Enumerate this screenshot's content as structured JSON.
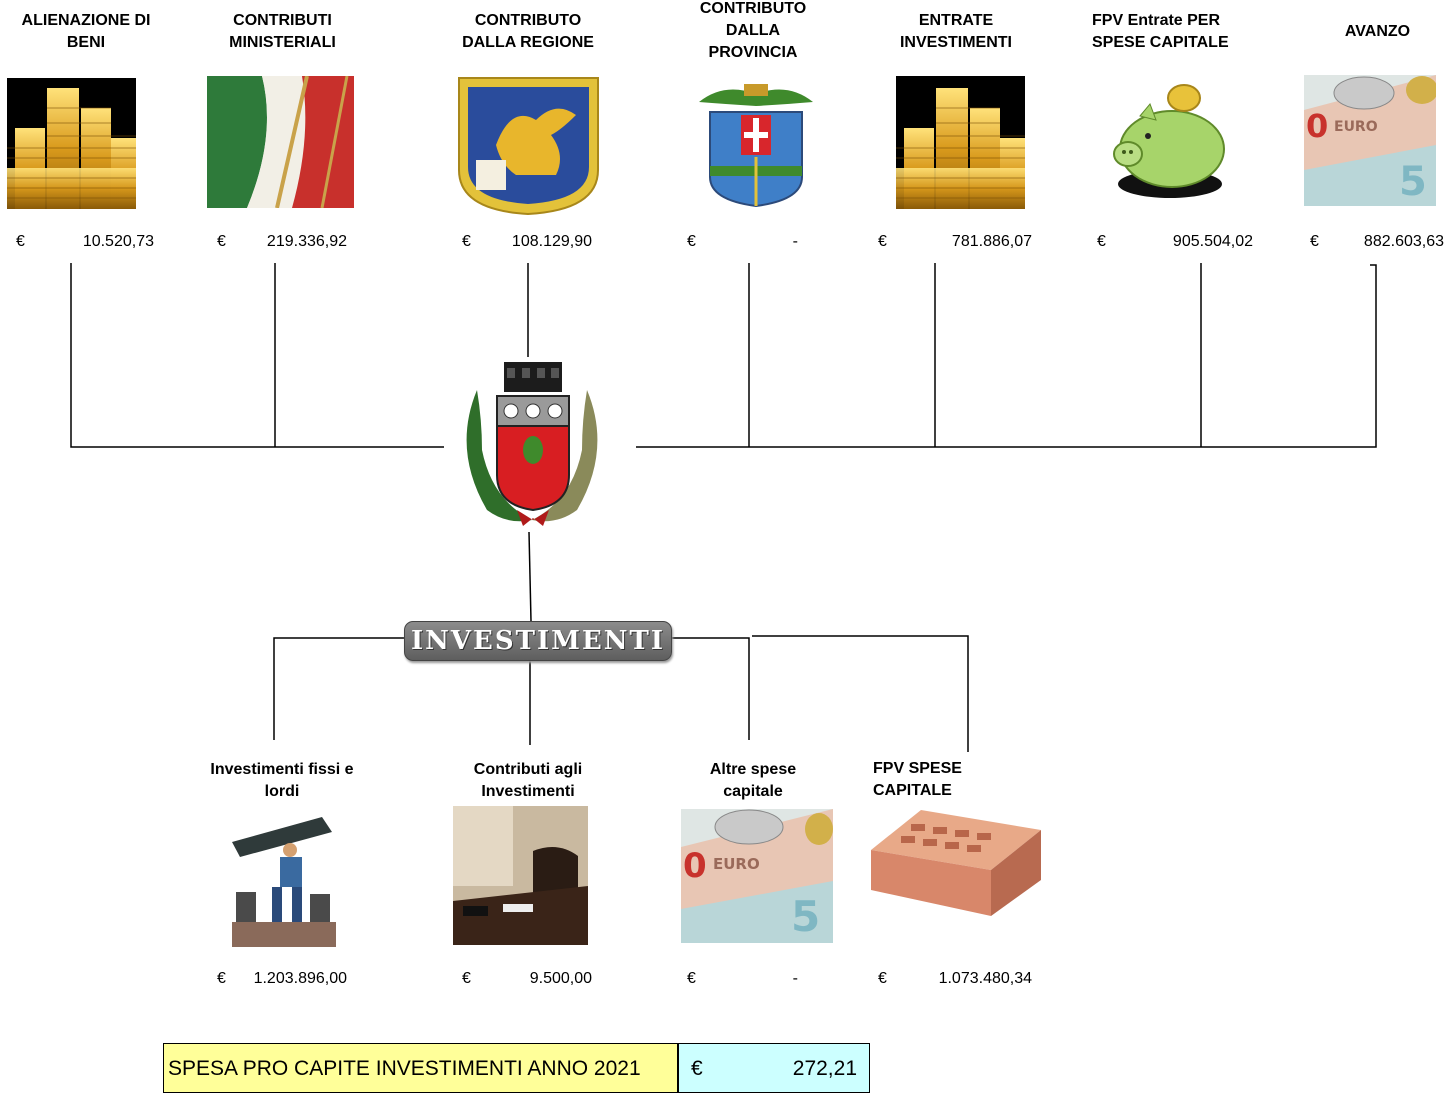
{
  "sources": [
    {
      "label": "ALIENAZIONE DI BENI",
      "currency": "€",
      "amount": "10.520,73",
      "image": "gold-coins-image"
    },
    {
      "label": "CONTRIBUTI MINISTERIALI",
      "currency": "€",
      "amount": "219.336,92",
      "image": "italian-flag-image"
    },
    {
      "label": "CONTRIBUTO DALLA REGIONE",
      "currency": "€",
      "amount": "108.129,90",
      "image": "regione-veneto-crest-image"
    },
    {
      "label": "CONTRIBUTO DALLA PROVINCIA",
      "currency": "€",
      "amount": "-",
      "image": "provincia-crest-image"
    },
    {
      "label": "ENTRATE INVESTIMENTI",
      "currency": "€",
      "amount": "781.886,07",
      "image": "gold-coins-image"
    },
    {
      "label": "FPV Entrate PER SPESE CAPITALE",
      "currency": "€",
      "amount": "905.504,02",
      "image": "piggy-bank-image"
    },
    {
      "label": "AVANZO",
      "currency": "€",
      "amount": "882.603,63",
      "image": "euro-banknotes-image"
    }
  ],
  "center": {
    "image": "municipal-coat-of-arms"
  },
  "banner": {
    "label": "INVESTIMENTI"
  },
  "uses": [
    {
      "label": "Investimenti fissi e lordi",
      "currency": "€",
      "amount": "1.203.896,00",
      "image": "construction-worker-image"
    },
    {
      "label": "Contributi agli Investimenti",
      "currency": "€",
      "amount": "9.500,00",
      "image": "office-desk-image"
    },
    {
      "label": "Altre spese capitale",
      "currency": "€",
      "amount": "-",
      "image": "euro-banknotes-image"
    },
    {
      "label": "FPV SPESE CAPITALE",
      "currency": "€",
      "amount": "1.073.480,34",
      "image": "brick-image"
    }
  ],
  "summary": {
    "label": "SPESA PRO CAPITE INVESTIMENTI ANNO 2021",
    "currency": "€",
    "value": "272,21"
  },
  "colors": {
    "summary_label_bg": "#ffff99",
    "summary_value_bg": "#ccffff",
    "banner_bg": "#6e6e6e"
  }
}
